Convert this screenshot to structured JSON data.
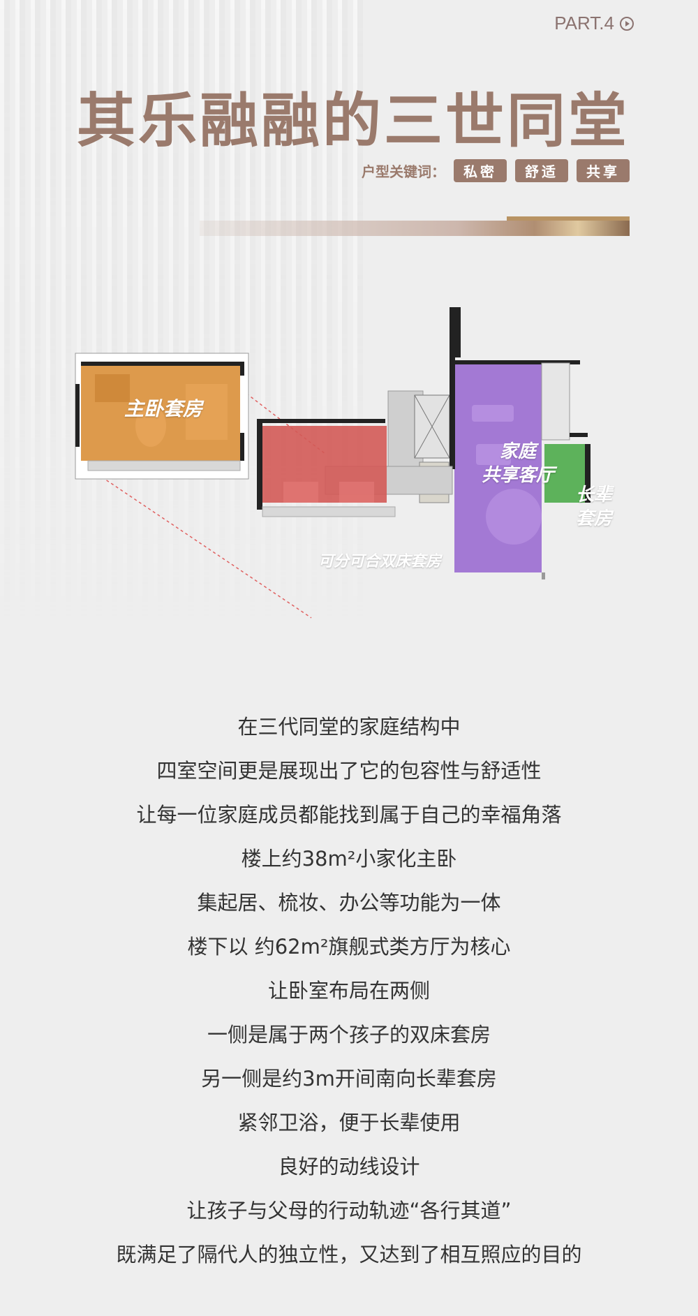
{
  "header": {
    "part_label": "PART.4",
    "title": "其乐融融的三世同堂",
    "keywords_label": "户型关键词：",
    "keywords": [
      "私密",
      "舒适",
      "共享"
    ]
  },
  "floorplan": {
    "rooms": {
      "master_suite": "主卧套房",
      "family_living_line1": "家庭",
      "family_living_line2": "共享客厅",
      "elder_suite_line1": "长辈",
      "elder_suite_line2": "套房",
      "twin_suite": "可分可合双床套房"
    },
    "colors": {
      "master": "#d98f38",
      "family": "#9a6bd0",
      "elder": "#4cab4a",
      "twin": "#d35a57"
    }
  },
  "body": {
    "lines": [
      "在三代同堂的家庭结构中",
      "四室空间更是展现出了它的包容性与舒适性",
      "让每一位家庭成员都能找到属于自己的幸福角落",
      "楼上约38m²小家化主卧",
      "集起居、梳妆、办公等功能为一体",
      "楼下以 约62m²旗舰式类方厅为核心",
      "让卧室布局在两侧",
      "一侧是属于两个孩子的双床套房",
      "另一侧是约3m开间南向长辈套房",
      "紧邻卫浴，便于长辈使用",
      "良好的动线设计",
      "让孩子与父母的行动轨迹“各行其道”",
      "既满足了隔代人的独立性，又达到了相互照应的目的"
    ]
  },
  "theme": {
    "accent": "#9a7a6c",
    "background": "#eeeeee",
    "text": "#333333"
  }
}
